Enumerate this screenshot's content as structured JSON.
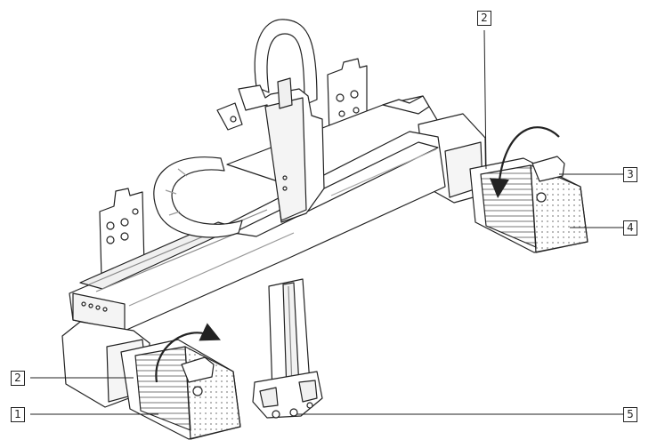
{
  "colors": {
    "line": "#222222",
    "background": "#ffffff",
    "shade": "#d9d9d9"
  },
  "callouts": [
    {
      "id": "c2-top",
      "label": "2"
    },
    {
      "id": "c3",
      "label": "3"
    },
    {
      "id": "c4",
      "label": "4"
    },
    {
      "id": "c2-left",
      "label": "2"
    },
    {
      "id": "c1",
      "label": "1"
    },
    {
      "id": "c5",
      "label": "5"
    }
  ],
  "icons": [
    "rotation-arrow-icon"
  ]
}
